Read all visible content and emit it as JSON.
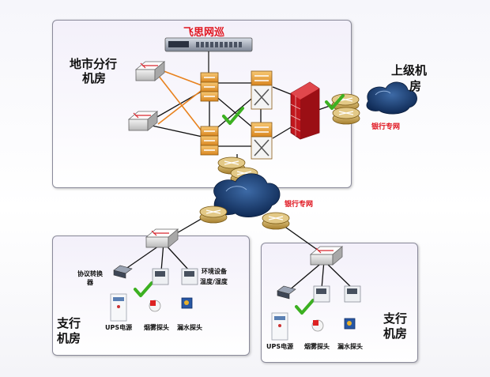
{
  "colors": {
    "accent_red": "#e0141e",
    "link_orange": "#e8821e",
    "router_gold": "#c9a04a",
    "cloud_blue": "#1c3f72",
    "check_green": "#3cb021"
  },
  "product": {
    "title": "飞思网巡"
  },
  "city_room": {
    "label_line1": "地市分行",
    "label_line2": "机房"
  },
  "upper_room": {
    "label_line1": "上级机",
    "label_line2": "房"
  },
  "bank_net": {
    "label_top": "银行专网",
    "label_middle": "银行专网"
  },
  "branch_left": {
    "label_line1": "支行",
    "label_line2": "机房",
    "converter_line1": "协议转换",
    "converter_line2": "器",
    "env_line1": "环境设备",
    "env_line2": "温度/湿度",
    "ups": "UPS电源",
    "smoke": "烟雾探头",
    "water": "漏水探头"
  },
  "branch_right": {
    "label_line1": "支行",
    "label_line2": "机房",
    "ups": "UPS电源",
    "smoke": "烟雾探头",
    "water": "漏水探头"
  },
  "icons": [
    "switch-icon",
    "layer3-switch-icon",
    "core-switch-icon",
    "firewall-icon",
    "router-icon",
    "cloud-icon",
    "checkmark-icon",
    "appliance-icon",
    "protocol-converter-icon",
    "env-sensor-icon",
    "ups-icon",
    "smoke-detector-icon",
    "water-detector-icon"
  ]
}
